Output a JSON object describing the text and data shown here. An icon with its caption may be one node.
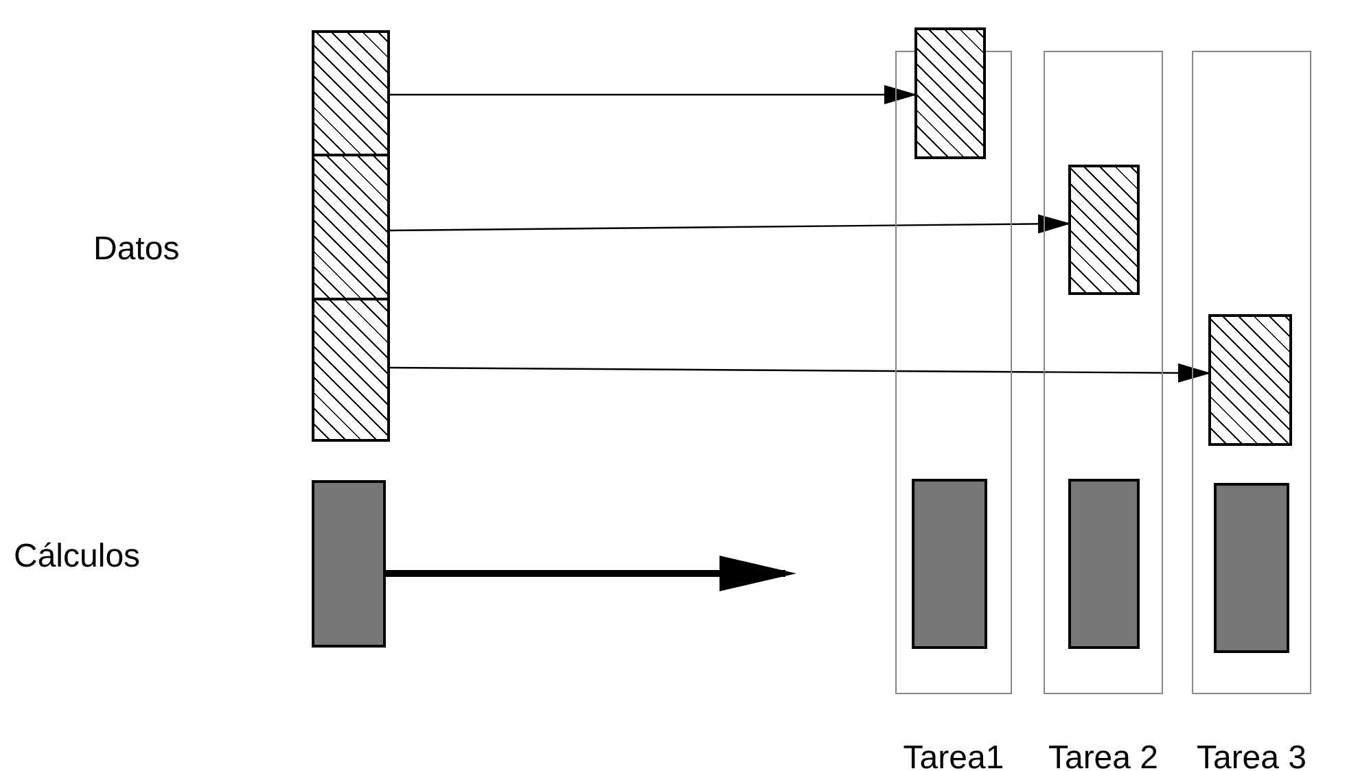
{
  "diagram": {
    "nodes": [
      {
        "text": [],
        "shape": "box"
      },
      {
        "text": [],
        "shape": "box"
      },
      {
        "text": [],
        "shape": "box"
      },
      {
        "text": [],
        "shape": "box"
      },
      {
        "text": [
          "Tarea1"
        ]
      },
      {
        "text": [],
        "shape": "box"
      },
      {
        "text": [],
        "shape": "box",
        "in": 4
      },
      {
        "text": [
          "Tarea 2"
        ]
      },
      {
        "text": [],
        "shape": "box",
        "in": 7
      },
      {
        "text": [],
        "shape": "box",
        "in": 7
      },
      {
        "text": [
          "Tarea 3"
        ]
      },
      {
        "text": [],
        "shape": "box",
        "in": 10
      },
      {
        "text": [],
        "shape": "box",
        "in": 10
      }
    ],
    "edges": [
      {
        "from": 0,
        "to": 5,
        "arrow": "to"
      },
      {
        "from": 1,
        "to": 8,
        "arrow": "to"
      },
      {
        "from": 2,
        "to": 11,
        "arrow": "to"
      },
      {
        "from": 3,
        "to": null,
        "arrow": "to",
        "style": "thick"
      }
    ],
    "labels": [
      "Datos",
      "Cálculos"
    ]
  }
}
